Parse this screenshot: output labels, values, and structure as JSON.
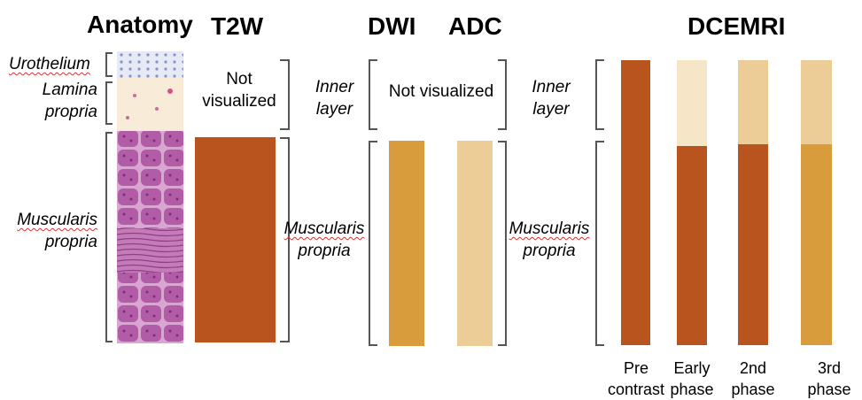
{
  "headers": {
    "anatomy": "Anatomy",
    "t2w": "T2W",
    "dwi": "DWI",
    "adc": "ADC",
    "dcemri": "DCEMRI"
  },
  "anatomy_labels": {
    "urothelium": "Urothelium",
    "lamina_line1": "Lamina",
    "lamina_line2": "propria",
    "muscularis_line1": "Muscularis",
    "muscularis_line2": "propria"
  },
  "t2w": {
    "not_visualized_line1": "Not",
    "not_visualized_line2": "visualized"
  },
  "middle": {
    "inner_line1": "Inner",
    "inner_line2": "layer",
    "not_visualized": "Not visualized",
    "muscularis_line1": "Muscularis",
    "muscularis_line2": "propria"
  },
  "right": {
    "inner_line1": "Inner",
    "inner_line2": "layer",
    "muscularis_line1": "Muscularis",
    "muscularis_line2": "propria"
  },
  "phases": [
    {
      "line1": "Pre",
      "line2": "contrast"
    },
    {
      "line1": "Early",
      "line2": "phase"
    },
    {
      "line1": "2nd",
      "line2": "phase"
    },
    {
      "line1": "3rd",
      "line2": "phase"
    }
  ],
  "colors": {
    "dark_brown": "#B9541E",
    "amber": "#D89C3C",
    "light_tan": "#EDCD97",
    "pale_cream": "#F6E6C8",
    "bracket": "#555555",
    "urothelium_tissue": "#e4e8f4",
    "lamina_tissue": "#f8ecd8",
    "muscle_tissue": "#b85ca8"
  }
}
